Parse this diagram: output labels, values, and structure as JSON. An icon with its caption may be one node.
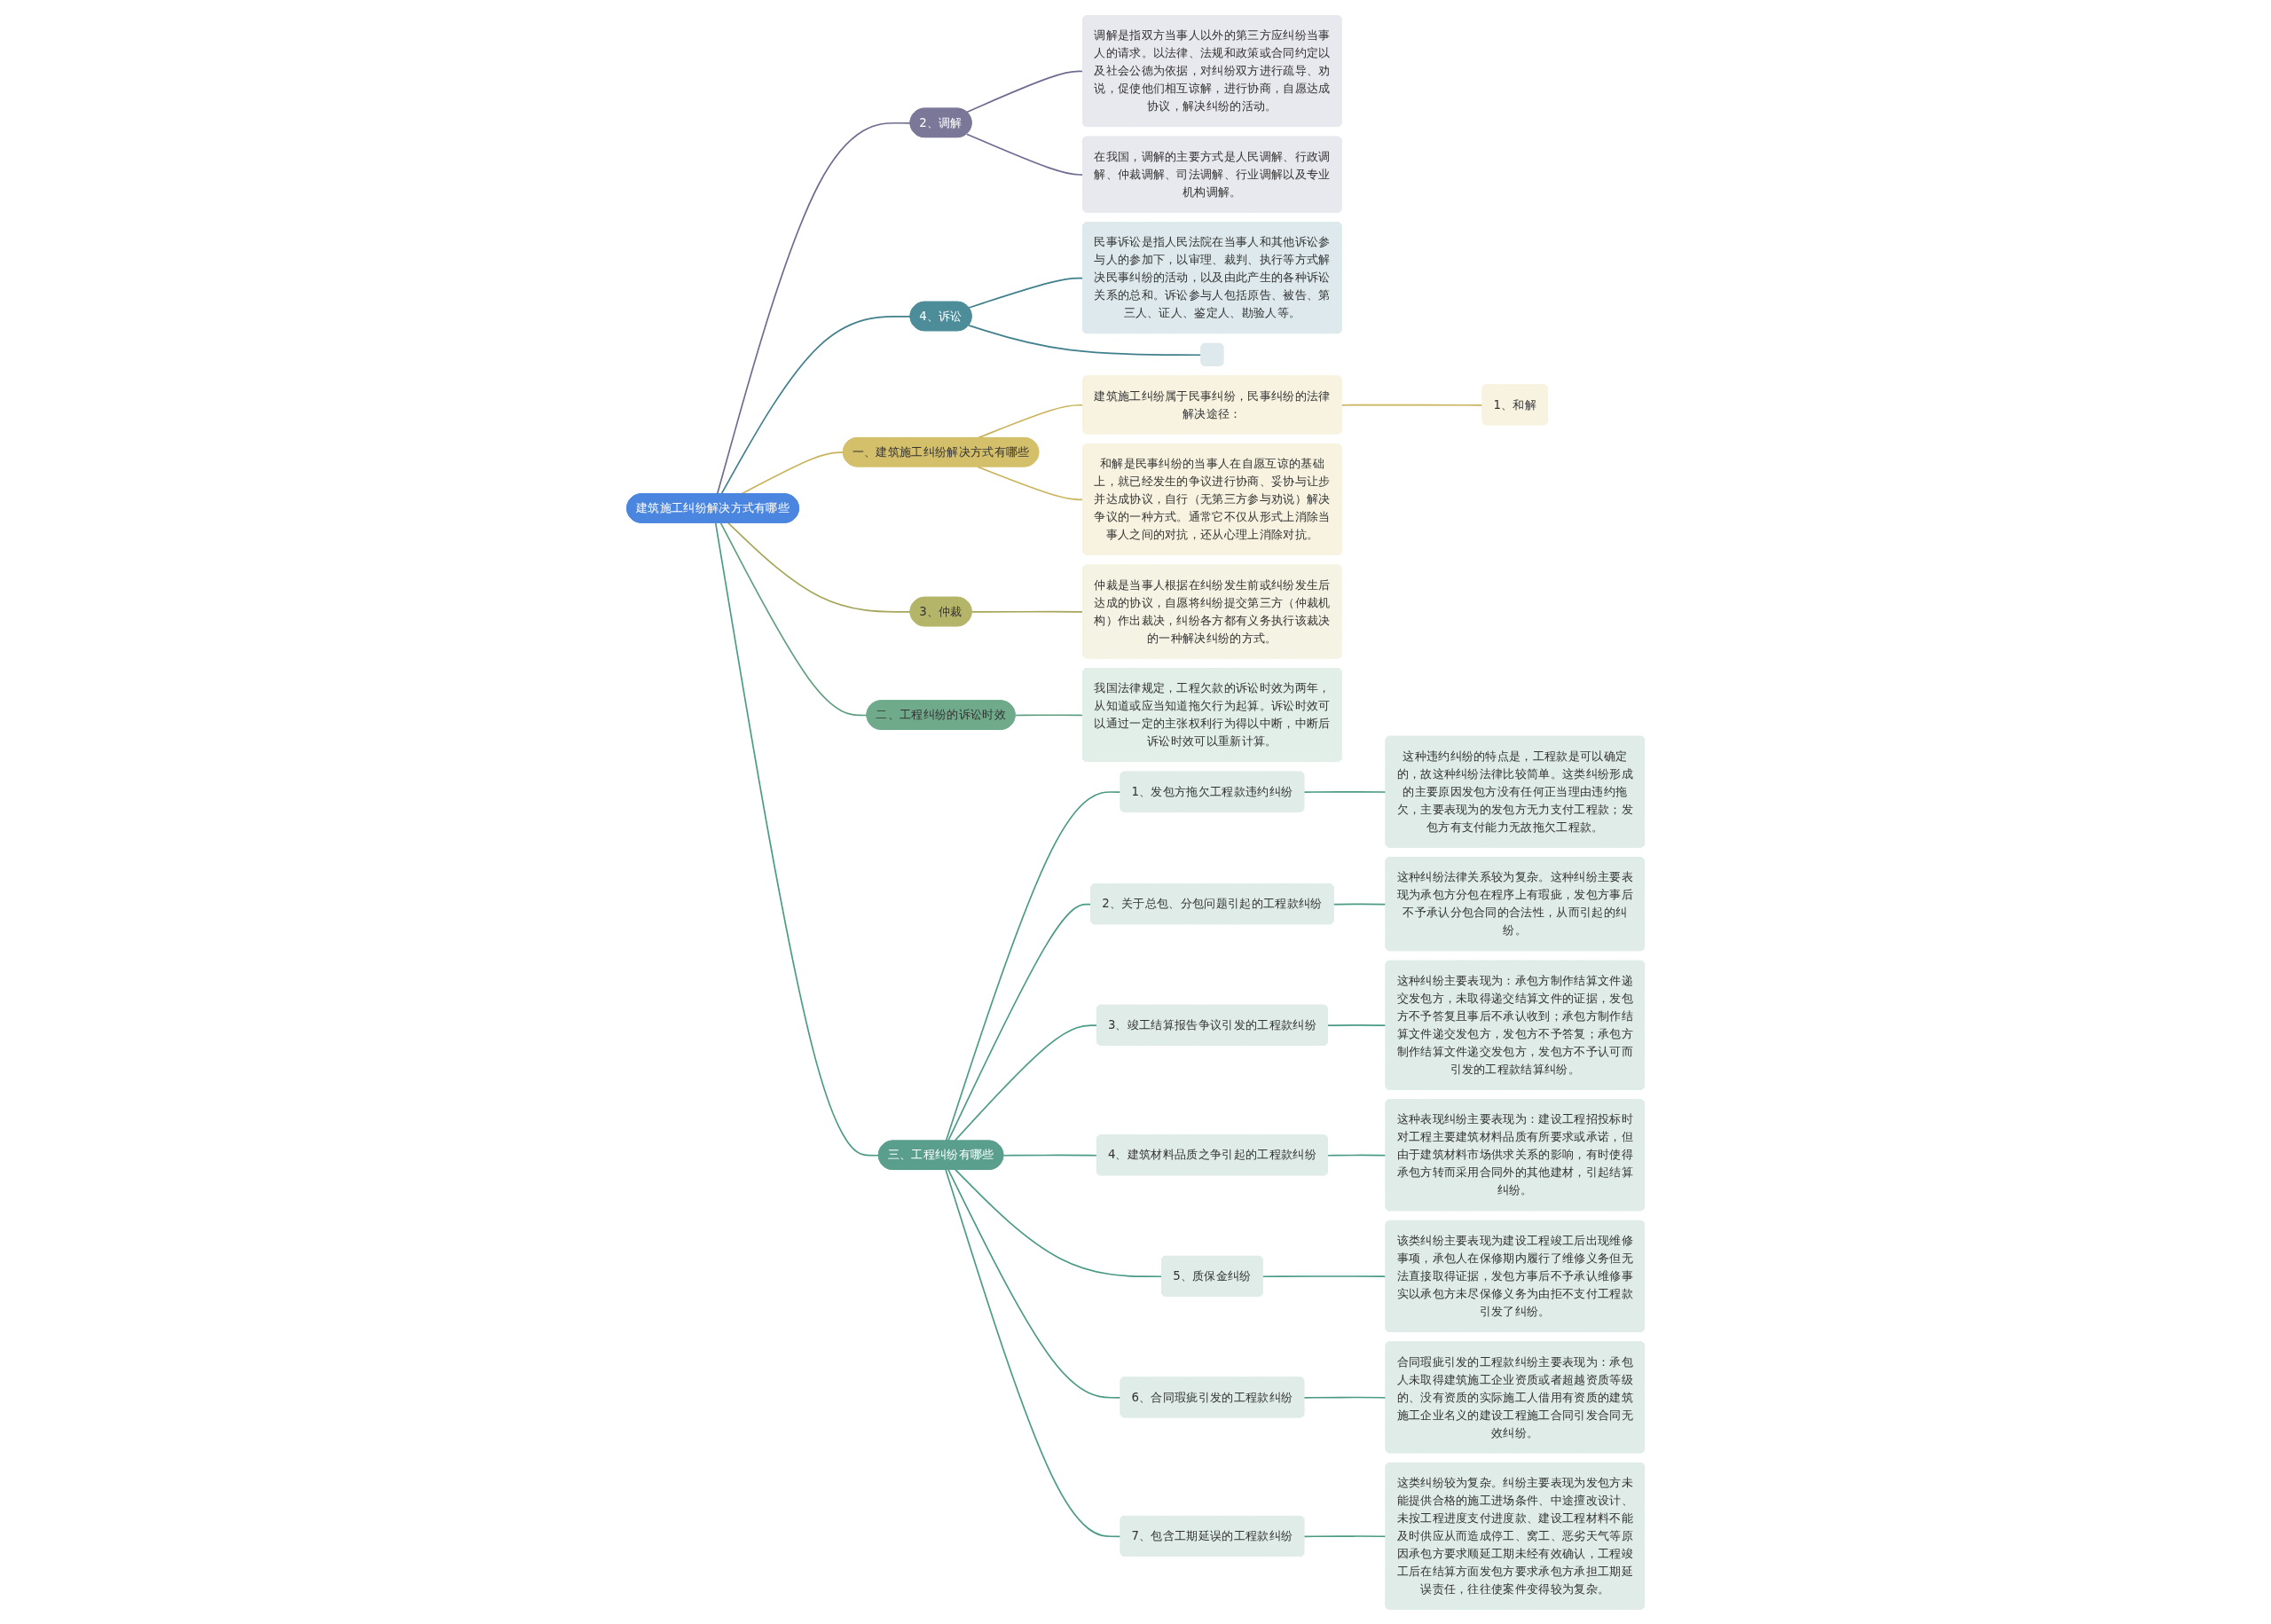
{
  "diagram": {
    "nodes": [
      {
        "text": [
          "建筑施工纠纷解决方式有哪些"
        ]
      },
      {
        "text": [
          "2、调解"
        ]
      },
      {
        "text": [
          "调解是指双方当事人以外的第三方应纠纷当事人的请求。以法律、法规和政策或合同约定以及社会公德为依据，对纠纷双方进行疏导、劝说，促使他们相互谅解，进行协商，自愿达成协议，解决纠纷的活动。"
        ]
      },
      {
        "text": [
          "在我国，调解的主要方式是人民调解、行政调解、仲裁调解、司法调解、行业调解以及专业机构调解。"
        ]
      },
      {
        "text": [
          "4、诉讼"
        ]
      },
      {
        "text": [
          "民事诉讼是指人民法院在当事人和其他诉讼参与人的参加下，以审理、裁判、执行等方式解决民事纠纷的活动，以及由此产生的各种诉讼关系的总和。诉讼参与人包括原告、被告、第三人、证人、鉴定人、勘验人等。"
        ]
      },
      {
        "text": [],
        "shape": "box"
      },
      {
        "text": [
          "一、建筑施工纠纷解决方式有哪些"
        ]
      },
      {
        "text": [
          "建筑施工纠纷属于民事纠纷，民事纠纷的法律解决途径："
        ]
      },
      {
        "text": [
          "1、和解"
        ]
      },
      {
        "text": [
          "和解是民事纠纷的当事人在自愿互谅的基础上，就已经发生的争议进行协商、妥协与让步并达成协议，自行（无第三方参与劝说）解决争议的一种方式。通常它不仅从形式上消除当事人之间的对抗，还从心理上消除对抗。"
        ]
      },
      {
        "text": [
          "3、仲裁"
        ]
      },
      {
        "text": [
          "仲裁是当事人根据在纠纷发生前或纠纷发生后达成的协议，自愿将纠纷提交第三方（仲裁机构）作出裁决，纠纷各方都有义务执行该裁决的一种解决纠纷的方式。"
        ]
      },
      {
        "text": [
          "二、工程纠纷的诉讼时效"
        ]
      },
      {
        "text": [
          "我国法律规定，工程欠款的诉讼时效为两年，从知道或应当知道拖欠行为起算。诉讼时效可以通过一定的主张权利行为得以中断，中断后诉讼时效可以重新计算。"
        ]
      },
      {
        "text": [
          "三、工程纠纷有哪些"
        ]
      },
      {
        "text": [
          "1、发包方拖欠工程款违约纠纷"
        ]
      },
      {
        "text": [
          "这种违约纠纷的特点是，工程款是可以确定的，故这种纠纷法律比较简单。这类纠纷形成的主要原因发包方没有任何正当理由违约拖欠，主要表现为的发包方无力支付工程款；发包方有支付能力无故拖欠工程款。"
        ]
      },
      {
        "text": [
          "2、关于总包、分包问题引起的工程款纠纷"
        ]
      },
      {
        "text": [
          "这种纠纷法律关系较为复杂。这种纠纷主要表现为承包方分包在程序上有瑕疵，发包方事后不予承认分包合同的合法性，从而引起的纠纷。"
        ]
      },
      {
        "text": [
          "3、竣工结算报告争议引发的工程款纠纷"
        ]
      },
      {
        "text": [
          "这种纠纷主要表现为：承包方制作结算文件递交发包方，未取得递交结算文件的证据，发包方不予答复且事后不承认收到；承包方制作结算文件递交发包方，发包方不予答复；承包方制作结算文件递交发包方，发包方不予认可而引发的工程款结算纠纷。"
        ]
      },
      {
        "text": [
          "4、建筑材料品质之争引起的工程款纠纷"
        ]
      },
      {
        "text": [
          "这种表现纠纷主要表现为：建设工程招投标时对工程主要建筑材料品质有所要求或承诺，但由于建筑材料市场供求关系的影响，有时使得承包方转而采用合同外的其他建材，引起结算纠纷。"
        ]
      },
      {
        "text": [
          "5、质保金纠纷"
        ]
      },
      {
        "text": [
          "该类纠纷主要表现为建设工程竣工后出现维修事项，承包人在保修期内履行了维修义务但无法直接取得证据，发包方事后不予承认维修事实以承包方未尽保修义务为由拒不支付工程款引发了纠纷。"
        ]
      },
      {
        "text": [
          "6、合同瑕疵引发的工程款纠纷"
        ]
      },
      {
        "text": [
          "合同瑕疵引发的工程款纠纷主要表现为：承包人未取得建筑施工企业资质或者超越资质等级的、没有资质的实际施工人借用有资质的建筑施工企业名义的建设工程施工合同引发合同无效纠纷。"
        ]
      },
      {
        "text": [
          "7、包含工期延误的工程款纠纷"
        ]
      },
      {
        "text": [
          "这类纠纷较为复杂。纠纷主要表现为发包方未能提供合格的施工进场条件、中途擅改设计、未按工程进度支付进度款、建设工程材料不能及时供应从而造成停工、窝工、恶劣天气等原因承包方要求顺延工期未经有效确认，工程竣工后在结算方面发包方要求承包方承担工期延误责任，往往使案件变得较为复杂。"
        ]
      }
    ],
    "edges": [
      {
        "from": 0,
        "to": 1,
        "arrow": "none",
        "color": "#6f6a8f"
      },
      {
        "from": 1,
        "to": 2,
        "arrow": "none",
        "color": "#6f6a8f"
      },
      {
        "from": 1,
        "to": 3,
        "arrow": "none",
        "color": "#6f6a8f"
      },
      {
        "from": 0,
        "to": 4,
        "arrow": "none",
        "color": "#3f7f8c"
      },
      {
        "from": 4,
        "to": 5,
        "arrow": "none",
        "color": "#3f7f8c"
      },
      {
        "from": 4,
        "to": 6,
        "arrow": "none",
        "color": "#3f7f8c"
      },
      {
        "from": 0,
        "to": 7,
        "arrow": "none",
        "color": "#c9b35a"
      },
      {
        "from": 7,
        "to": 8,
        "arrow": "none",
        "color": "#c9b35a"
      },
      {
        "from": 8,
        "to": 9,
        "arrow": "none",
        "color": "#c9b35a"
      },
      {
        "from": 7,
        "to": 10,
        "arrow": "none",
        "color": "#c9b35a"
      },
      {
        "from": 0,
        "to": 11,
        "arrow": "none",
        "color": "#a6a65a"
      },
      {
        "from": 11,
        "to": 12,
        "arrow": "none",
        "color": "#a6a65a"
      },
      {
        "from": 0,
        "to": 13,
        "arrow": "none",
        "color": "#5f9f7f"
      },
      {
        "from": 13,
        "to": 14,
        "arrow": "none",
        "color": "#5f9f7f"
      },
      {
        "from": 0,
        "to": 15,
        "arrow": "none"
      },
      {
        "from": 15,
        "to": 16,
        "arrow": "none"
      },
      {
        "from": 16,
        "to": 17,
        "arrow": "none"
      },
      {
        "from": 15,
        "to": 18,
        "arrow": "none"
      },
      {
        "from": 18,
        "to": 19,
        "arrow": "none"
      },
      {
        "from": 15,
        "to": 20,
        "arrow": "none"
      },
      {
        "from": 20,
        "to": 21,
        "arrow": "none"
      },
      {
        "from": 15,
        "to": 22,
        "arrow": "none"
      },
      {
        "from": 22,
        "to": 23,
        "arrow": "none"
      },
      {
        "from": 15,
        "to": 24,
        "arrow": "none"
      },
      {
        "from": 24,
        "to": 25,
        "arrow": "none"
      },
      {
        "from": 15,
        "to": 26,
        "arrow": "none"
      },
      {
        "from": 26,
        "to": 27,
        "arrow": "none"
      },
      {
        "from": 15,
        "to": 28,
        "arrow": "none"
      },
      {
        "from": 28,
        "to": 29,
        "arrow": "none"
      }
    ]
  }
}
